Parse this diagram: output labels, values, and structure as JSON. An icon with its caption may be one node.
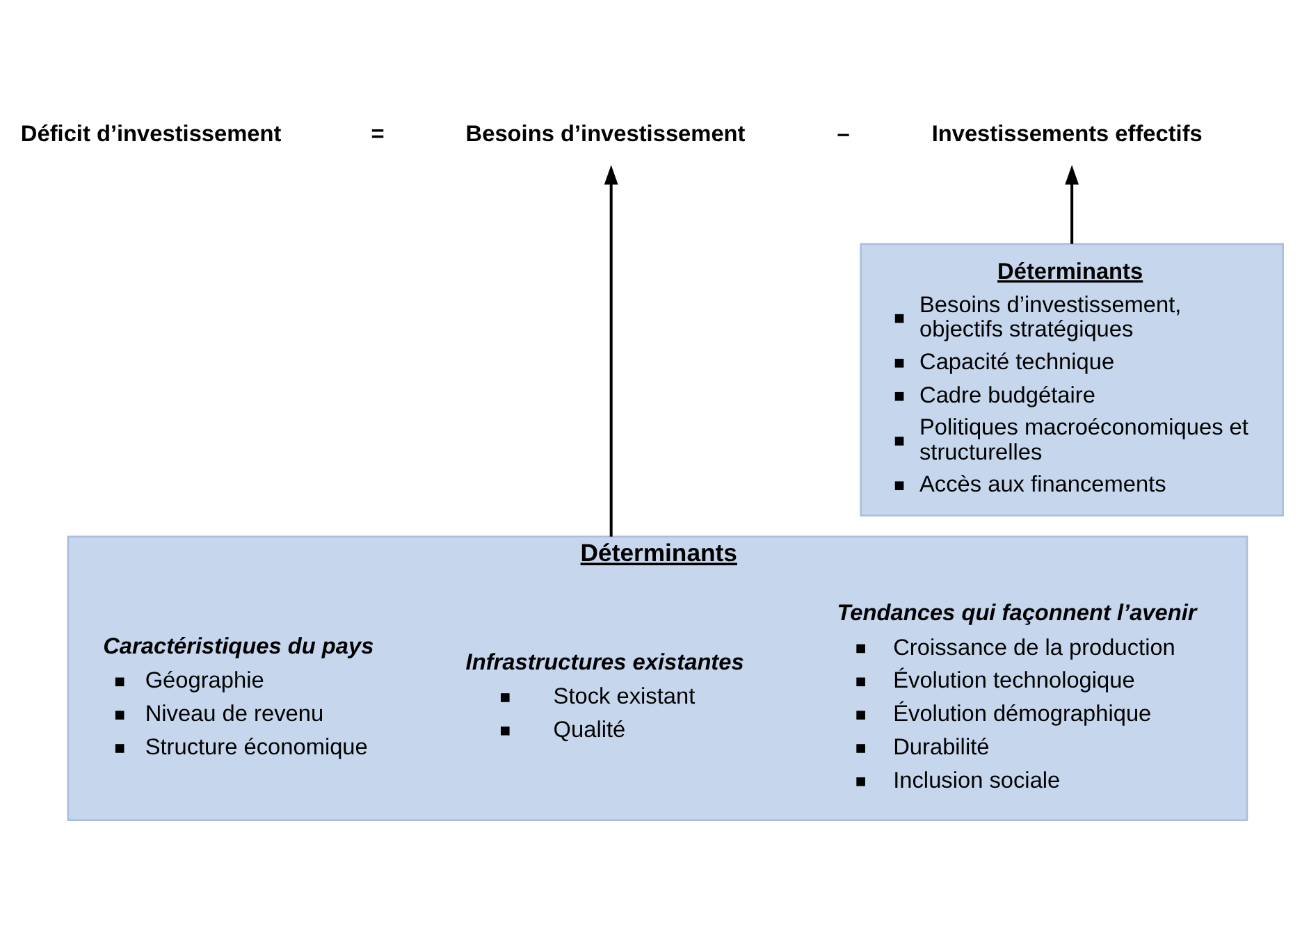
{
  "diagram": {
    "nodes": [
      {
        "text": [
          "Déficit d’investissement"
        ]
      },
      {
        "text": [
          "Besoins d’investissement"
        ]
      },
      {
        "text": [
          "Investissements effectifs"
        ]
      },
      {
        "text": [
          "Déterminants",
          "Besoins d’investissement, objectifs stratégiques",
          "Capacité technique",
          "Cadre budgétaire",
          "Politiques macroéconomiques et structurelles",
          "Accès aux financements"
        ]
      },
      {
        "text": [
          "Déterminants"
        ]
      },
      {
        "text": [
          "Caractéristiques du pays",
          "Géographie",
          "Niveau de revenu",
          "Structure économique"
        ],
        "in": 4
      },
      {
        "text": [
          "Infrastructures existantes",
          "Stock existant",
          "Qualité"
        ],
        "in": 4
      },
      {
        "text": [
          "Tendances qui façonnent l’avenir",
          "Croissance de la production",
          "Évolution technologique",
          "Évolution démographique",
          "Durabilité",
          "Inclusion sociale"
        ],
        "in": 4
      }
    ],
    "edges": [
      {
        "from": 4,
        "to": 1,
        "arrow": "to"
      },
      {
        "from": 3,
        "to": 2,
        "arrow": "to"
      }
    ],
    "labels": [
      "=",
      "–"
    ]
  }
}
